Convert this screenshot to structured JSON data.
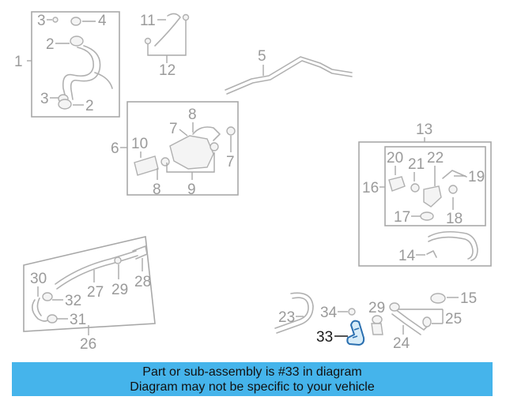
{
  "callouts": {
    "c1": "1",
    "c2a": "2",
    "c2b": "2",
    "c3a": "3",
    "c3b": "3",
    "c4": "4",
    "c5": "5",
    "c6": "6",
    "c7a": "7",
    "c7b": "7",
    "c8a": "8",
    "c8b": "8",
    "c9": "9",
    "c10": "10",
    "c11": "11",
    "c12": "12",
    "c13": "13",
    "c14": "14",
    "c15": "15",
    "c16": "16",
    "c17": "17",
    "c18": "18",
    "c19": "19",
    "c20": "20",
    "c21": "21",
    "c22": "22",
    "c23": "23",
    "c24": "24",
    "c25": "25",
    "c26": "26",
    "c27": "27",
    "c28": "28",
    "c29a": "29",
    "c29b": "29",
    "c30": "30",
    "c31": "31",
    "c32": "32",
    "c33": "33",
    "c34": "34"
  },
  "highlight": {
    "part_number": "33",
    "color": "#45b4eb"
  },
  "banner": {
    "line1": "Part or sub-assembly is #33 in diagram",
    "line2": "Diagram may not be specific to your vehicle"
  }
}
